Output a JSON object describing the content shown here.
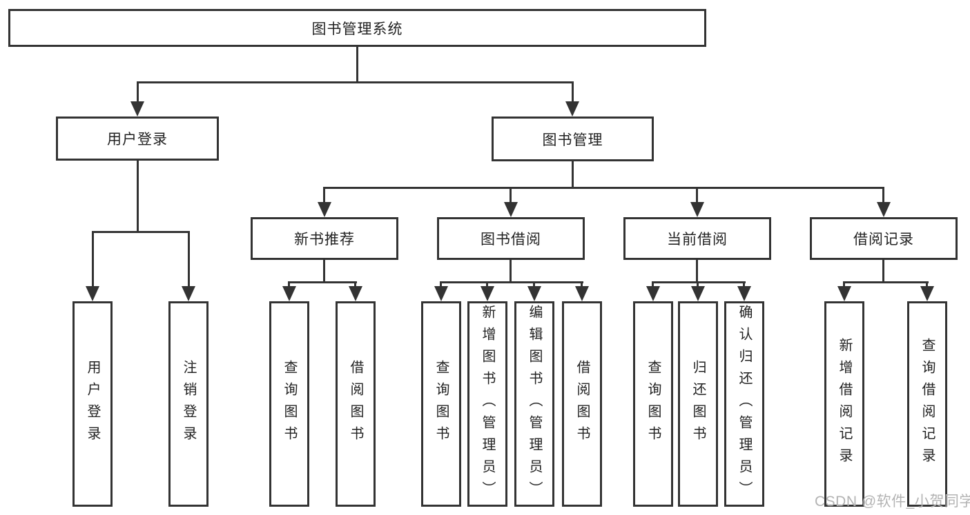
{
  "root": {
    "label": "图书管理系统"
  },
  "branches": [
    {
      "label": "用户登录",
      "children": [
        "用户登录",
        "注销登录"
      ]
    },
    {
      "label": "图书管理",
      "sections": [
        {
          "label": "新书推荐",
          "children": [
            "查询图书",
            "借阅图书"
          ]
        },
        {
          "label": "图书借阅",
          "children": [
            "查询图书",
            "新增图书（管理员）",
            "编辑图书（管理员）",
            "借阅图书"
          ]
        },
        {
          "label": "当前借阅",
          "children": [
            "查询图书",
            "归还图书",
            "确认归还（管理员）"
          ]
        },
        {
          "label": "借阅记录",
          "children": [
            "新增借阅记录",
            "查询借阅记录"
          ]
        }
      ]
    }
  ],
  "watermark": {
    "text": "CSDN @软件_小贺同学"
  },
  "colors": {
    "line": "#333333",
    "text": "#222222",
    "background": "#ffffff",
    "watermark": "#b3b3b3"
  }
}
